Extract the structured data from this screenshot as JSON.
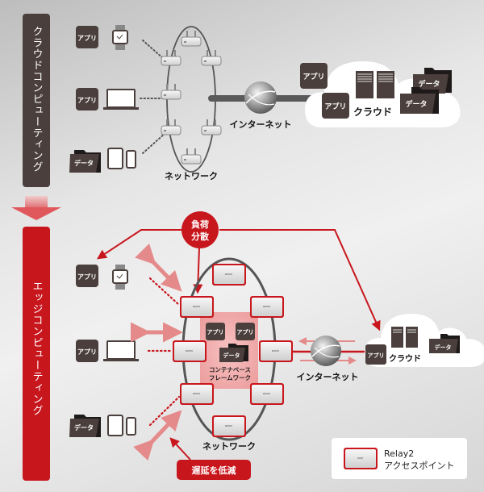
{
  "colors": {
    "cloud_dark": "#4a3f3c",
    "edge_red": "#c8161d",
    "arrow_pink": "#e58a8a",
    "framework_pink": "#f2a9a9",
    "network_gray": "#5a5a5a",
    "white": "#ffffff"
  },
  "cloud_section": {
    "side_label": "クラウドコンピューティング",
    "devices": [
      {
        "tag": "アプリ",
        "device": "smartwatch"
      },
      {
        "tag": "アプリ",
        "device": "laptop"
      },
      {
        "tag": "データ",
        "device": "tablet-and-phone"
      }
    ],
    "network_label": "ネットワーク",
    "internet_label": "インターネット",
    "cloud": {
      "label": "クラウド",
      "apps": [
        "アプリ",
        "アプリ"
      ],
      "data": [
        "データ",
        "データ"
      ]
    }
  },
  "transition_arrow": "down-arrow",
  "edge_section": {
    "side_label": "エッジコンピューティング",
    "devices": [
      {
        "tag": "アプリ",
        "device": "smartwatch"
      },
      {
        "tag": "アプリ",
        "device": "laptop"
      },
      {
        "tag": "データ",
        "device": "tablet-and-phone"
      }
    ],
    "load_balance_label_line1": "負荷",
    "load_balance_label_line2": "分散",
    "framework": {
      "apps": [
        "アプリ",
        "アプリ"
      ],
      "data": "データ",
      "label_line1": "コンテナベース",
      "label_line2": "フレームワーク"
    },
    "network_label": "ネットワーク",
    "internet_label": "インターネット",
    "cloud": {
      "label": "クラウド",
      "app": "アプリ",
      "data": "データ"
    },
    "latency_label": "遅延を低減"
  },
  "legend": {
    "line1": "Relay2",
    "line2": "アクセスポイント"
  }
}
